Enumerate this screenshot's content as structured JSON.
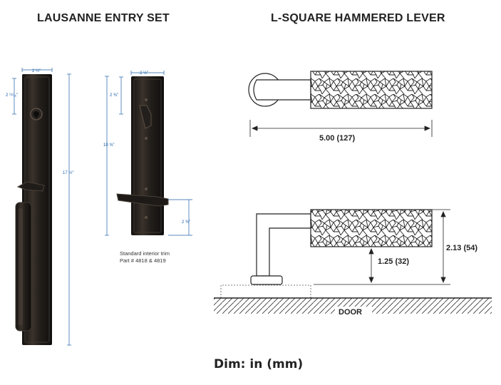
{
  "titles": {
    "left": "LAUSANNE ENTRY SET",
    "right": "L-SQUARE HAMMERED LEVER"
  },
  "dims": {
    "plate_width": "2 ½\"",
    "cyl_offset": "2 ¹⁵⁄₁₆\"",
    "overall_height": "17 ½\"",
    "int_width": "2 ½\"",
    "int_top_offset": "2 ⅜\"",
    "int_height": "10 ⅝\"",
    "int_bottom_offset": "2 ⅜\""
  },
  "caption": {
    "line1": "Standard interior trim",
    "line2": "Part # 4818 & 4819"
  },
  "lever": {
    "length": "5.00 (127)",
    "height": "2.13 (54)",
    "offset": "1.25 (32)",
    "door_label": "DOOR"
  },
  "footer": "Dim: in (mm)",
  "colors": {
    "bronze_dark": "#1c1a18",
    "bronze_highlight": "#4a4038",
    "dim_blue": "#1f5fa8",
    "line": "#222222"
  }
}
